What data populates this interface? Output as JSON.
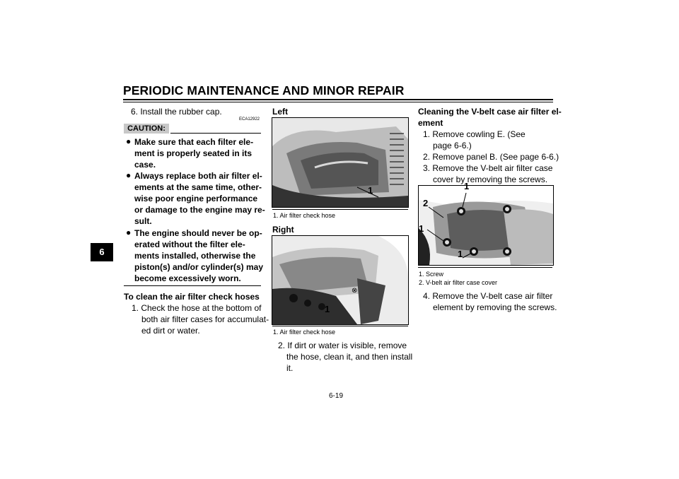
{
  "header": {
    "title": "PERIODIC MAINTENANCE AND MINOR REPAIR"
  },
  "chapter_tab": "6",
  "col1": {
    "step6": "6. Install the rubber cap.",
    "caution_label": "CAUTION:",
    "caution_code": "ECA12922",
    "bullets": [
      [
        "Make sure that each filter ele-",
        "ment is properly seated in its",
        "case."
      ],
      [
        "Always replace both air filter el-",
        "ements at the same time, other-",
        "wise poor engine performance",
        "or damage to the engine may re-",
        "sult."
      ],
      [
        "The engine should never be op-",
        "erated without the filter ele-",
        "ments installed, otherwise the",
        "piston(s) and/or cylinder(s) may",
        "become excessively worn."
      ]
    ],
    "heading": "To clean the air filter check hoses",
    "step1": [
      "1. Check the hose at the bottom of",
      "both air filter cases for accumulat-",
      "ed dirt or water."
    ]
  },
  "col2": {
    "left_label": "Left",
    "left_callout": "1",
    "left_caption": "1. Air filter check hose",
    "right_label": "Right",
    "right_callout": "1",
    "right_caption": "1. Air filter check hose",
    "step2": [
      "2. If dirt or water is visible, remove",
      "the hose, clean it, and then install",
      "it."
    ]
  },
  "col3": {
    "heading": [
      "Cleaning the V-belt case air filter el-",
      "ement"
    ],
    "steps": [
      [
        "1. Remove    cowling    E.    (See",
        "page 6-6.)"
      ],
      [
        "2. Remove panel B. (See page 6-6.)"
      ],
      [
        "3. Remove the V-belt air filter case",
        "cover by removing the screws."
      ]
    ],
    "callouts": [
      "1",
      "2",
      "1",
      "1"
    ],
    "captions": [
      "1. Screw",
      "2. V-belt air filter case cover"
    ],
    "step4": [
      "4. Remove the V-belt case air filter",
      "element by removing the screws."
    ]
  },
  "footer": {
    "page": "6-19"
  }
}
